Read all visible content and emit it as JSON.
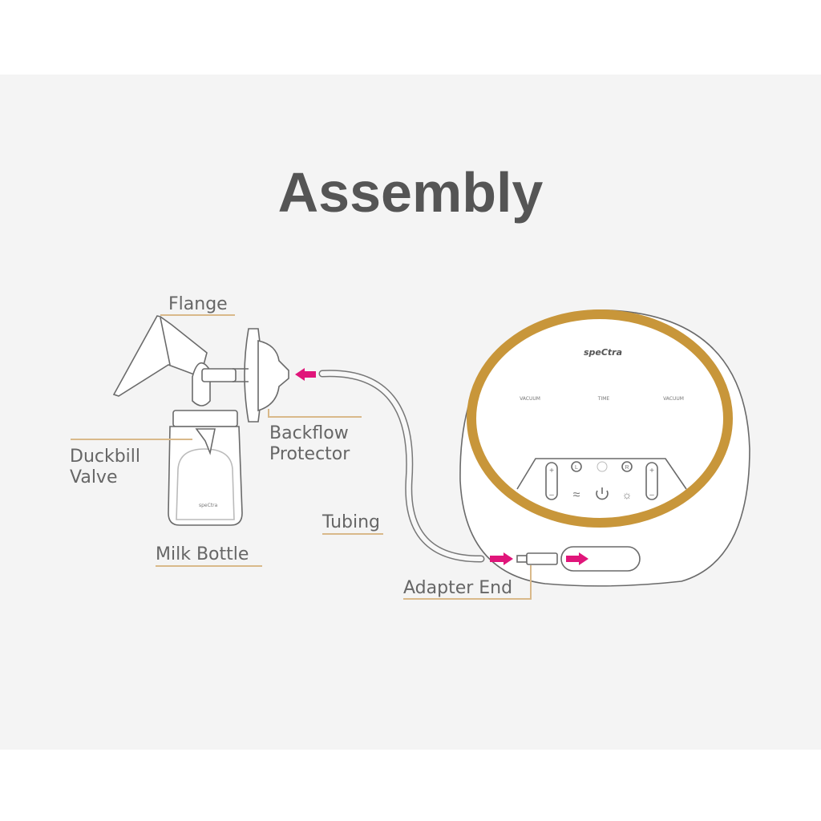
{
  "title": "Assembly",
  "labels": {
    "flange": "Flange",
    "duckbill_line1": "Duckbill",
    "duckbill_line2": "Valve",
    "backflow_line1": "Backflow",
    "backflow_line2": "Protector",
    "tubing": "Tubing",
    "milk_bottle": "Milk Bottle",
    "adapter_end": "Adapter End"
  },
  "device": {
    "brand": "speCtra",
    "left_label": "VACUUM",
    "center_label": "TIME",
    "right_label": "VACUUM",
    "button_l": "L",
    "button_r": "R"
  },
  "bottle_brand": "speCtra",
  "colors": {
    "accent_ring": "#c8963a",
    "arrow": "#e0157a",
    "underline": "#d9b98a"
  }
}
